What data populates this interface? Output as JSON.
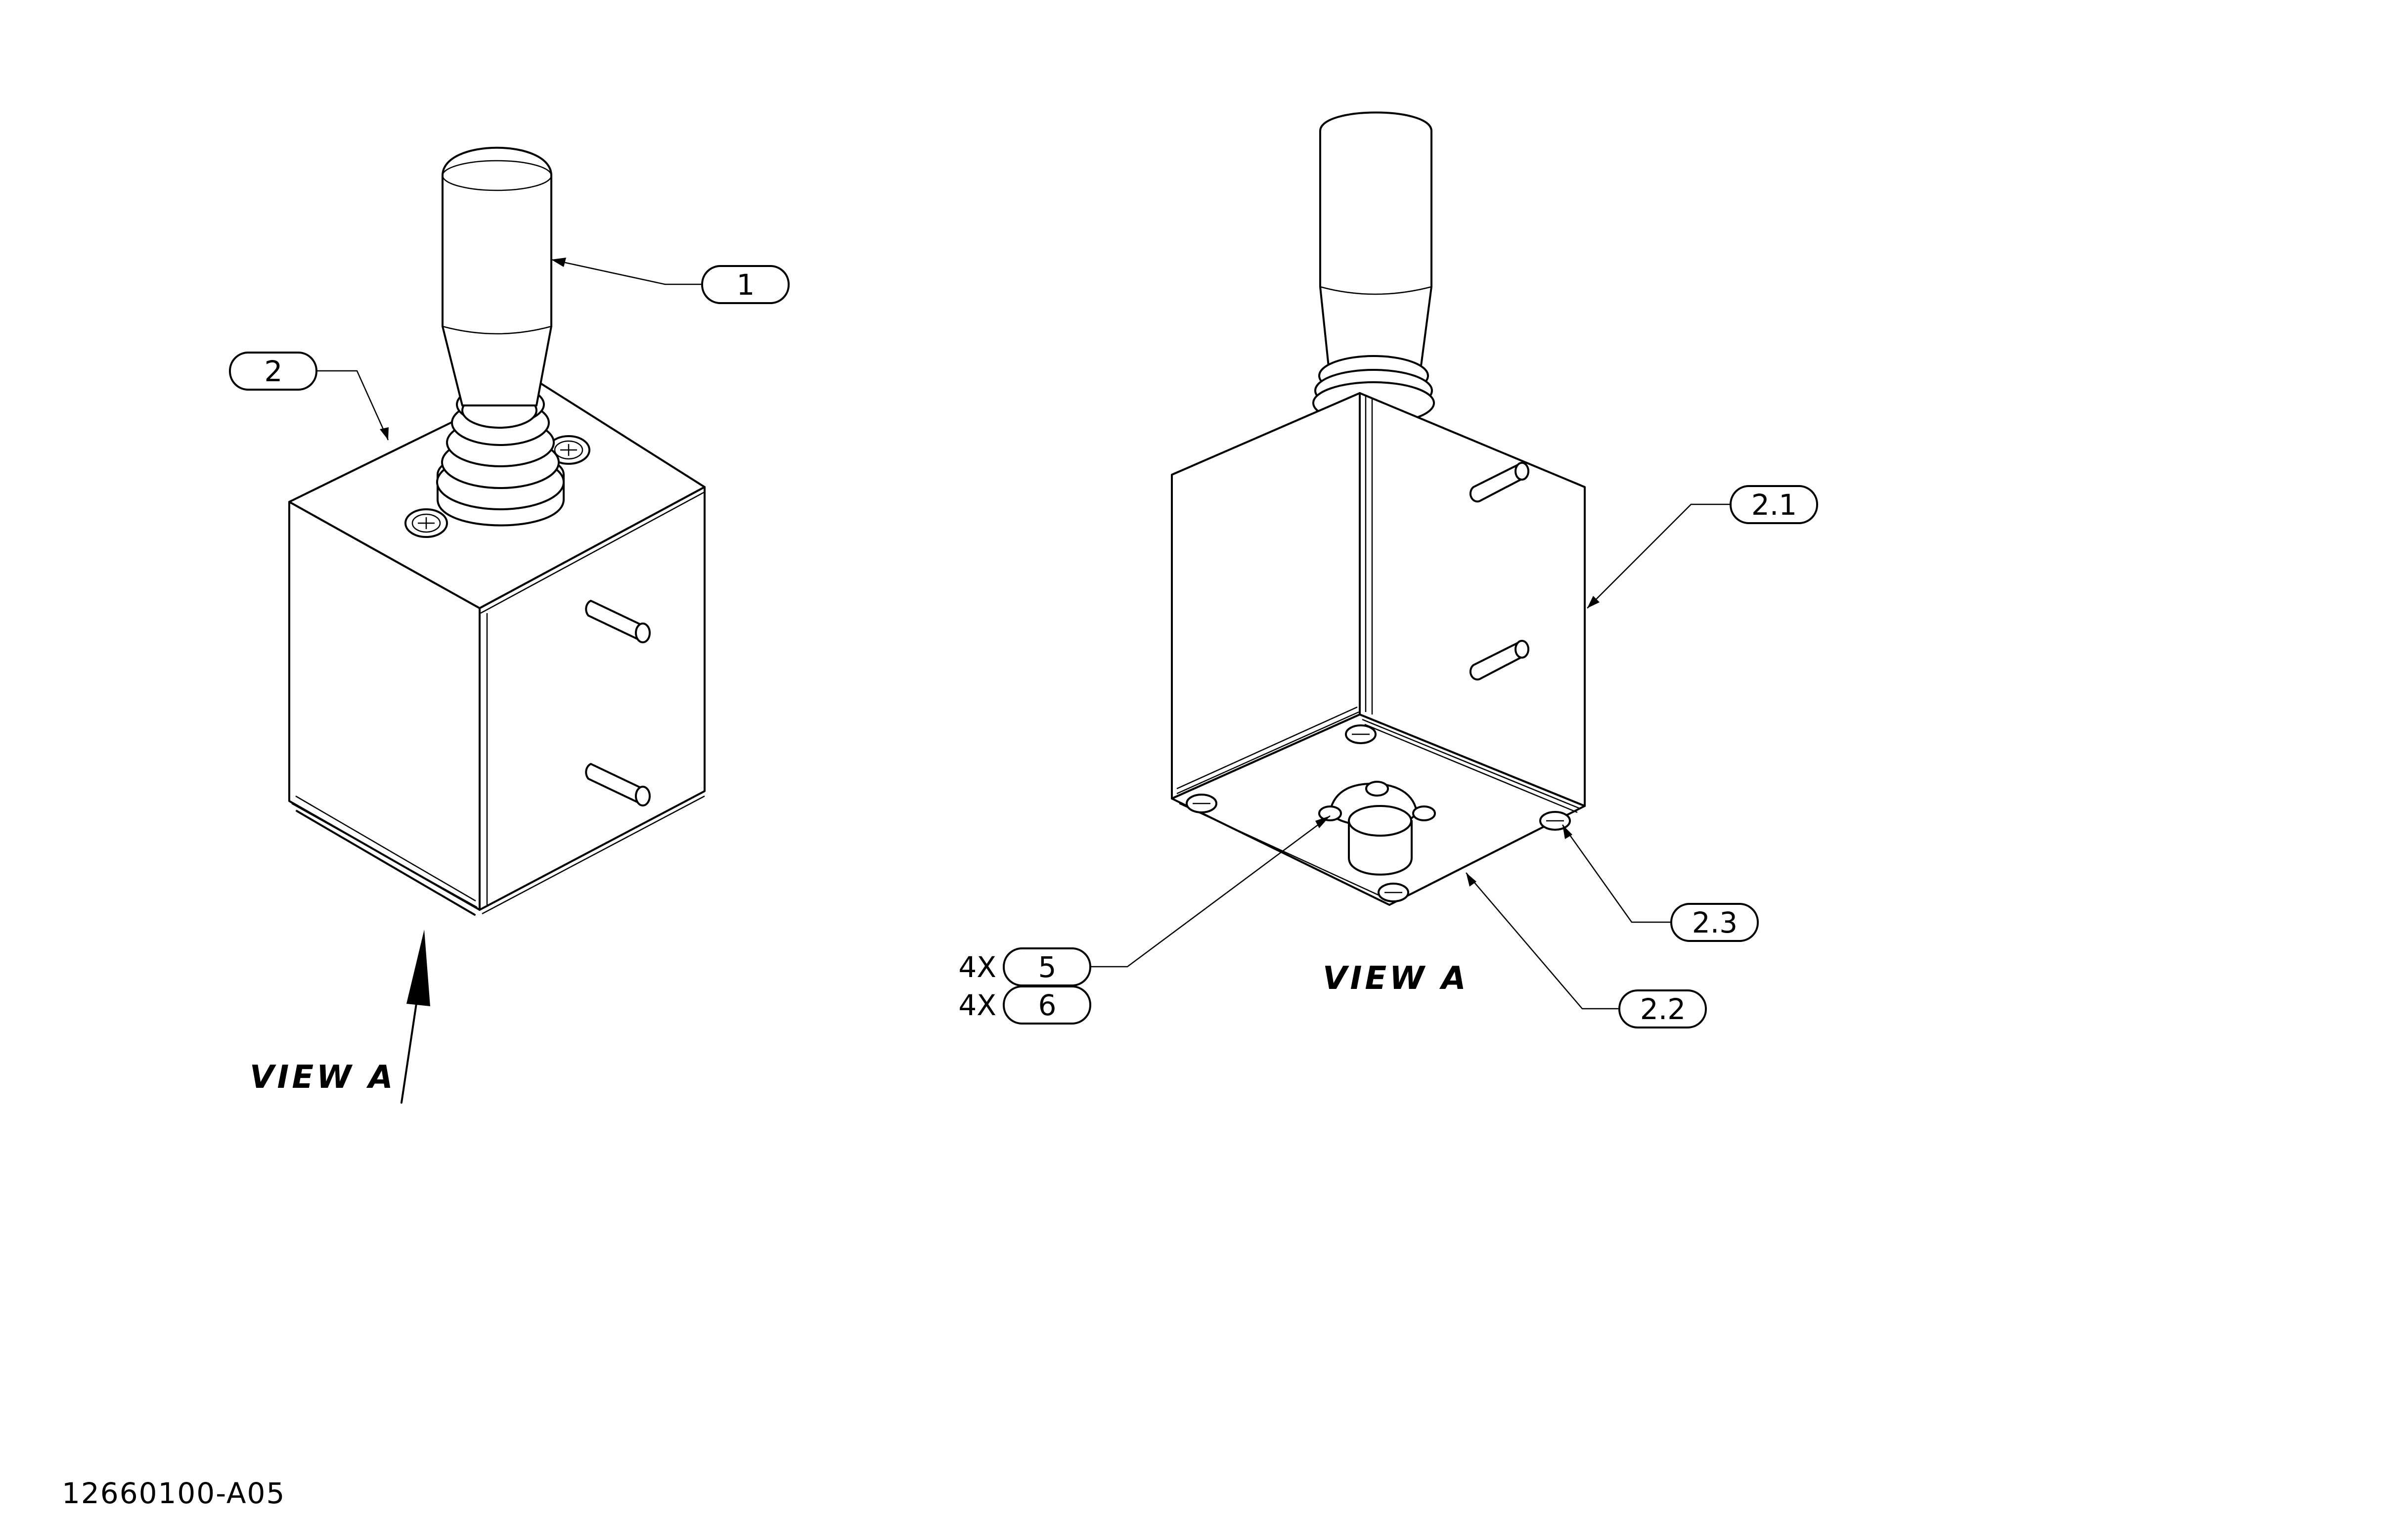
{
  "callouts": {
    "c1": "1",
    "c2": "2",
    "c21": "2.1",
    "c22": "2.2",
    "c23": "2.3",
    "c5": "5",
    "c6": "6"
  },
  "quantities": {
    "q5": "4X",
    "q6": "4X"
  },
  "view_labels": {
    "left": "VIEW A",
    "right": "VIEW A"
  },
  "drawing_number": "12660100-A05"
}
